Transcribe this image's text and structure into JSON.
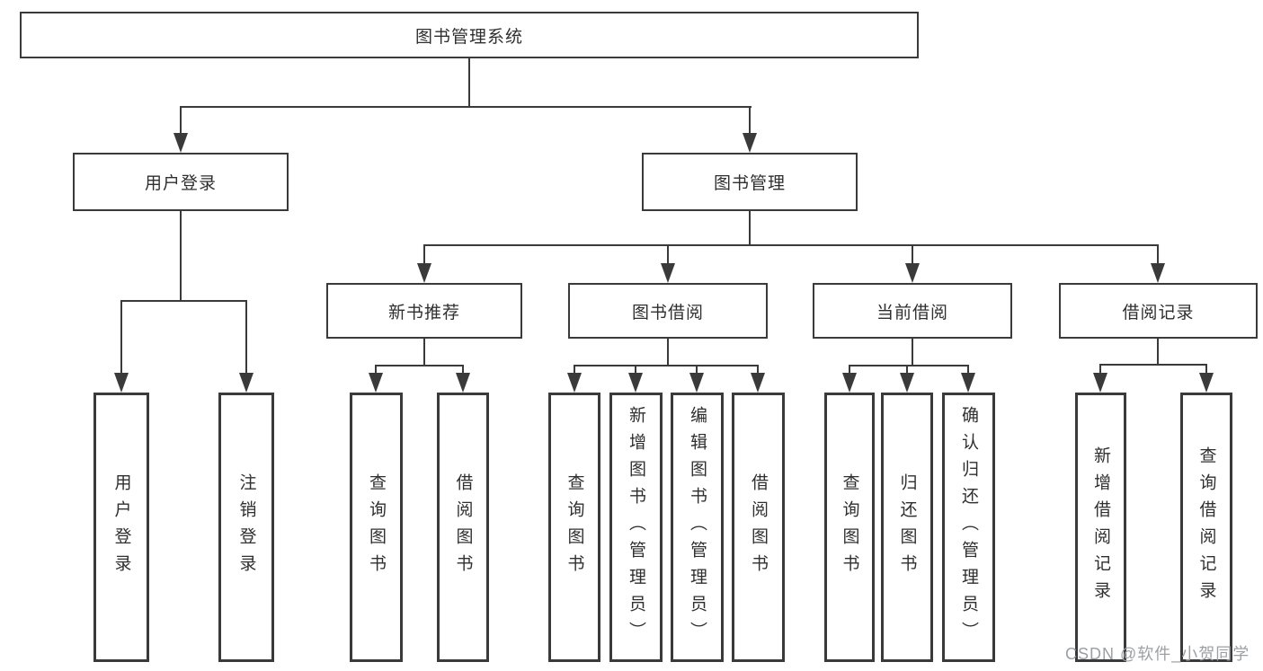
{
  "diagram": {
    "root": {
      "label": "图书管理系统",
      "children": [
        {
          "label": "用户登录",
          "children": [
            {
              "label": "用户登录"
            },
            {
              "label": "注销登录"
            }
          ]
        },
        {
          "label": "图书管理",
          "children": [
            {
              "label": "新书推荐",
              "children": [
                {
                  "label": "查询图书"
                },
                {
                  "label": "借阅图书"
                }
              ]
            },
            {
              "label": "图书借阅",
              "children": [
                {
                  "label": "查询图书"
                },
                {
                  "label": "新增图书（管理员）"
                },
                {
                  "label": "编辑图书（管理员）"
                },
                {
                  "label": "借阅图书"
                }
              ]
            },
            {
              "label": "当前借阅",
              "children": [
                {
                  "label": "查询图书"
                },
                {
                  "label": "归还图书"
                },
                {
                  "label": "确认归还（管理员）"
                }
              ]
            },
            {
              "label": "借阅记录",
              "children": [
                {
                  "label": "新增借阅记录"
                },
                {
                  "label": "查询借阅记录"
                }
              ]
            }
          ]
        }
      ]
    }
  },
  "watermark": {
    "text": "CSDN @软件_小贺同学"
  },
  "colors": {
    "line": "#3a3a3a",
    "text": "#2f2f2f",
    "watermark": "#9da0a3",
    "background": "#ffffff"
  }
}
